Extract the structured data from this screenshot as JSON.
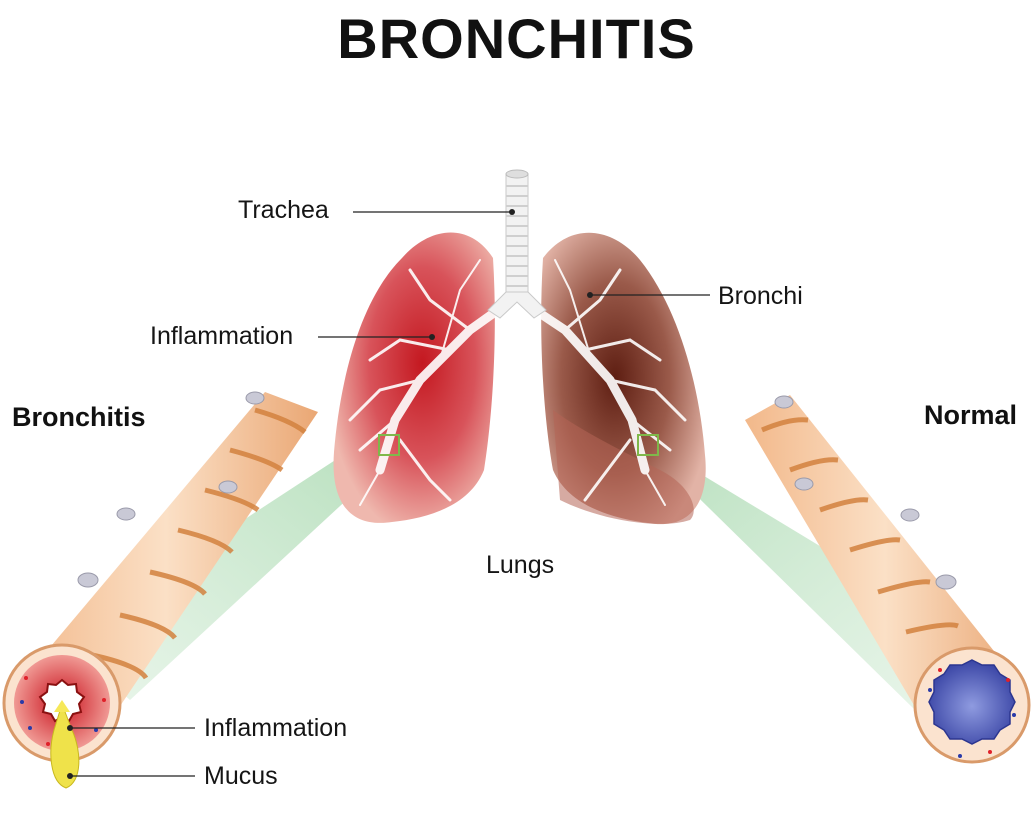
{
  "title": "BRONCHITIS",
  "labels": {
    "trachea": "Trachea",
    "bronchi": "Bronchi",
    "inflammation_top": "Inflammation",
    "lungs": "Lungs",
    "inflammation_bottom": "Inflammation",
    "mucus": "Mucus"
  },
  "side_labels": {
    "left": "Bronchitis",
    "right": "Normal"
  },
  "colors": {
    "inflamed_lung": "#c8202a",
    "lung_tissue": "#e8a49a",
    "dark_lung": "#6b2a1a",
    "tube_skin": "#f5c9a0",
    "muscle_band": "#d98a4a",
    "zoom_cone": "#b8e0bd",
    "normal_lumen": "#4a58b8",
    "mucus": "#f1e036"
  }
}
